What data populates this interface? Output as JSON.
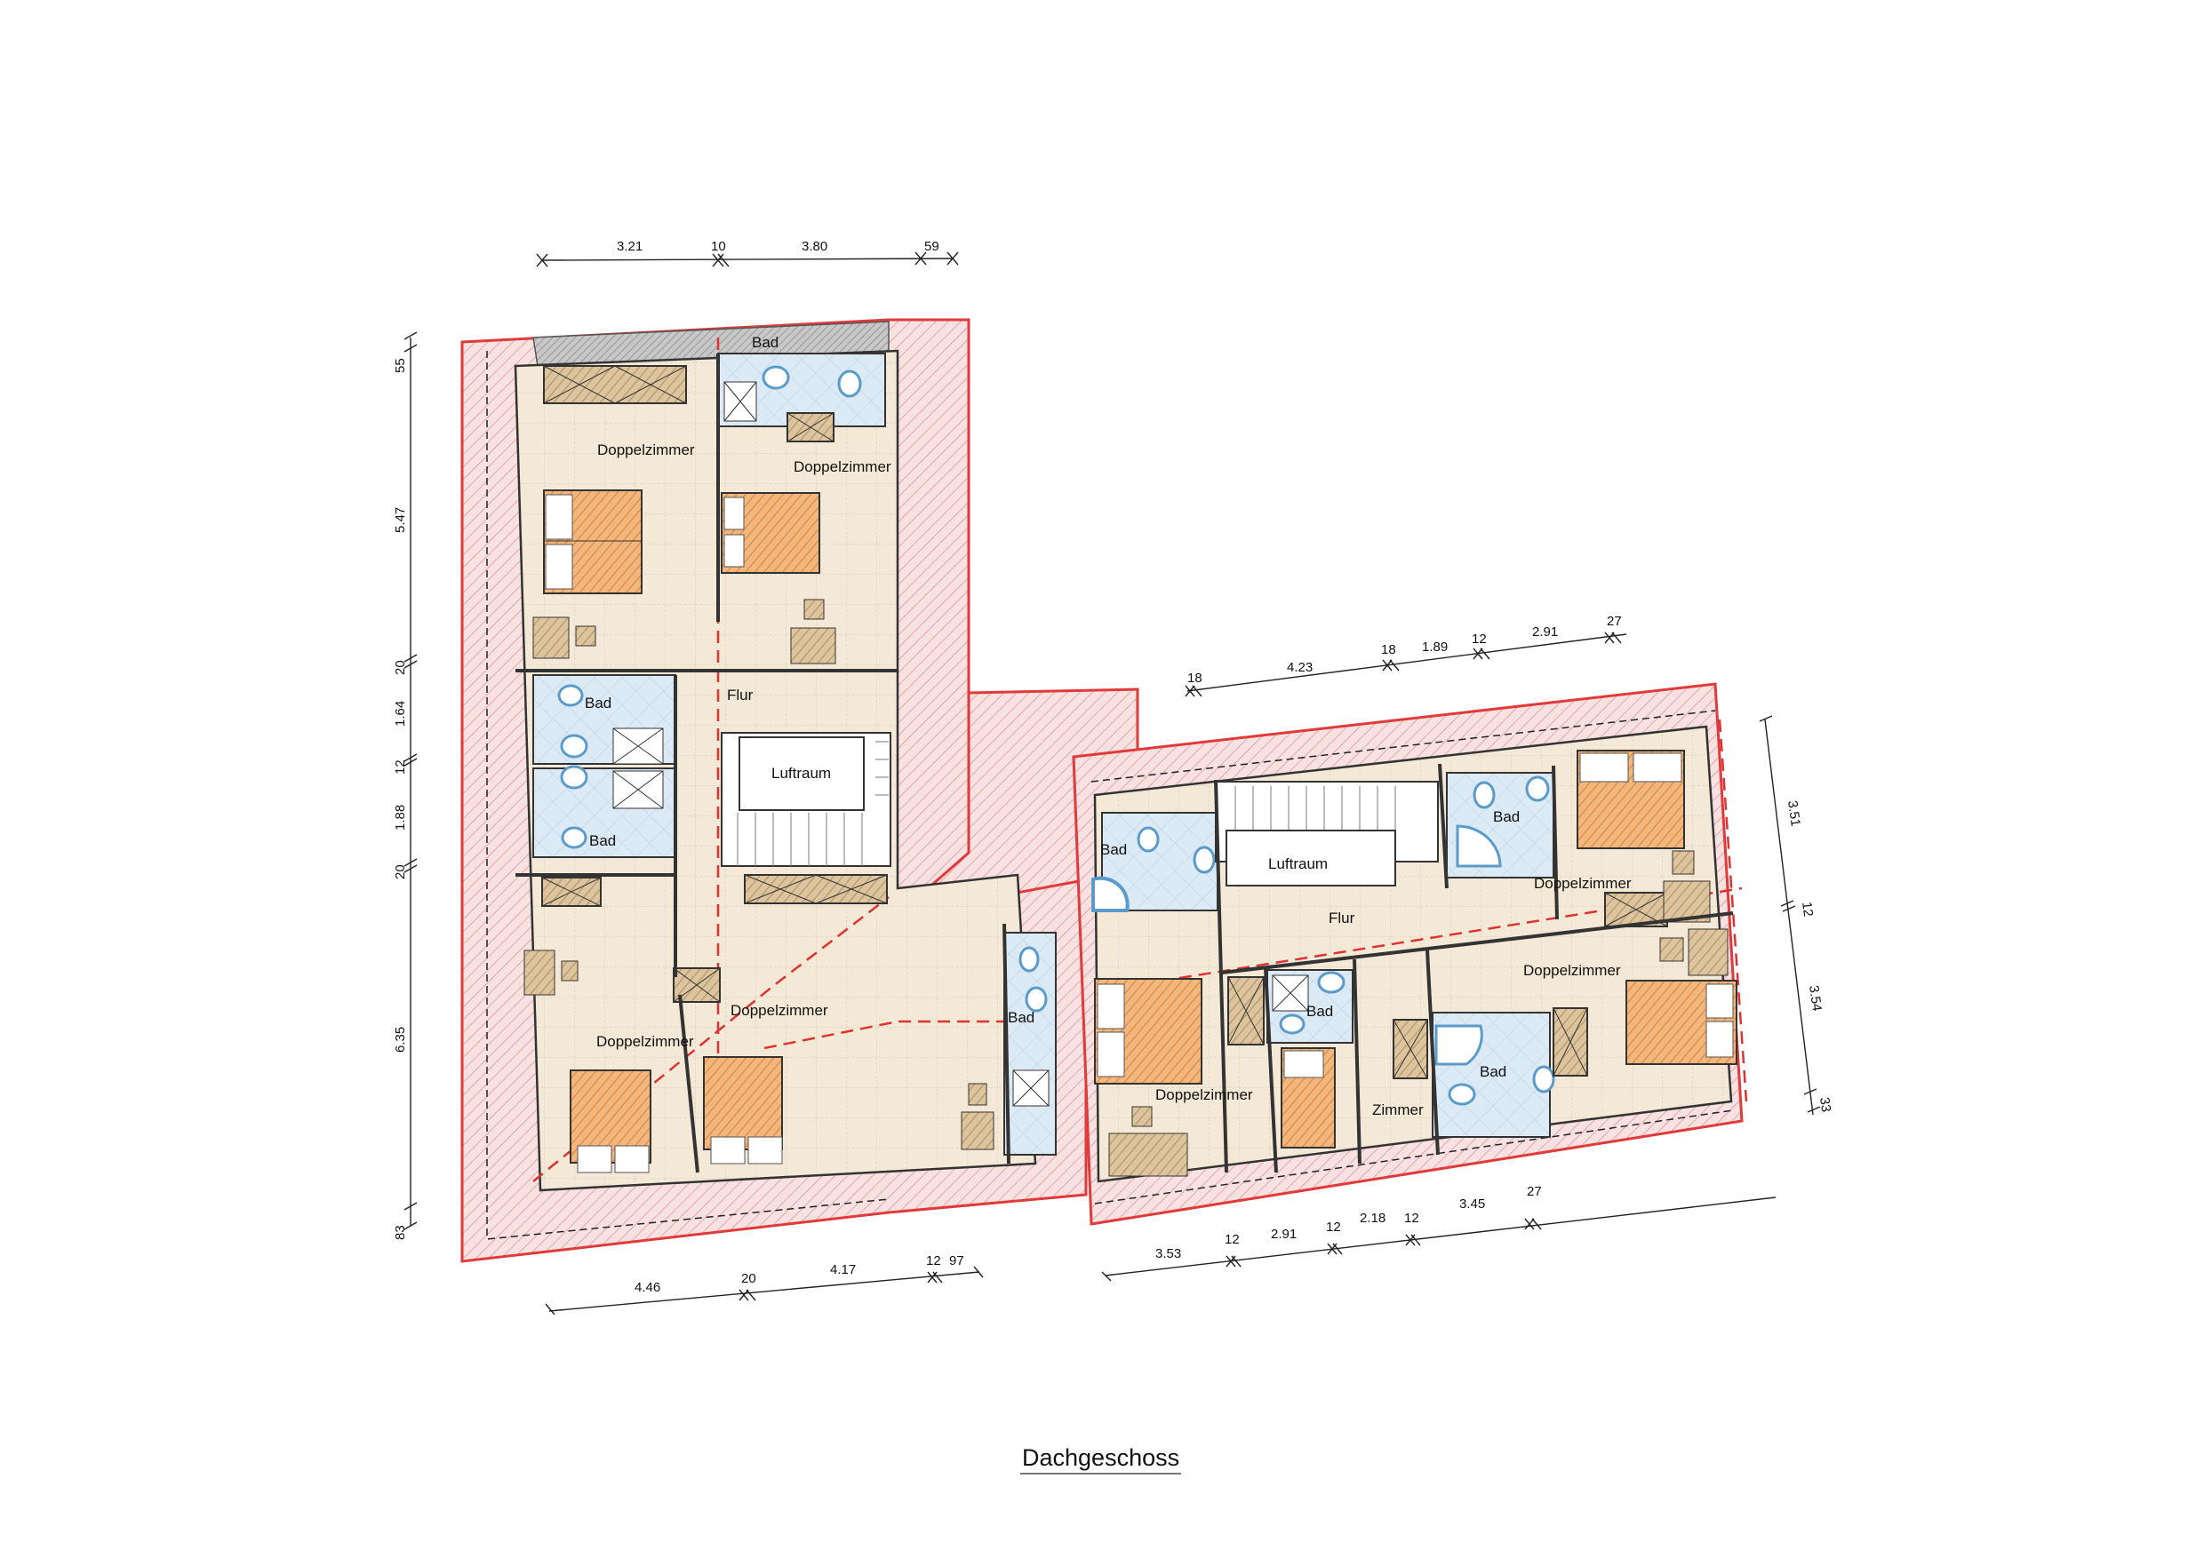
{
  "title": "Dachgeschoss",
  "colors": {
    "roof_hatch": "#e03a3a",
    "roof_fill": "#f6dcdc",
    "floor_fill": "#f3e6d2",
    "bath_fill": "#d6e8f4",
    "bath_fixture": "#5b9bcc",
    "wall": "#9a9a9a",
    "bed": "#e8a060",
    "furniture": "#c9a77a",
    "gable": "#9a9a9a"
  },
  "dimensions": {
    "top_left": [
      "3.21",
      "10",
      "3.80",
      "59"
    ],
    "left_vertical": [
      "55",
      "5.47",
      "20",
      "1.64",
      "12",
      "1.88",
      "20",
      "6.35",
      "83"
    ],
    "top_right": [
      "18",
      "4.23",
      "18",
      "1.89",
      "12",
      "2.91",
      "27"
    ],
    "right_vertical": [
      "3.51",
      "12",
      "3.54",
      "33"
    ],
    "bottom_right": [
      "3.53",
      "12",
      "2.91",
      "12",
      "2.18",
      "12",
      "3.45",
      "27"
    ],
    "bottom_left": [
      "4.46",
      "20",
      "4.17",
      "12",
      "97"
    ]
  },
  "rooms": {
    "left_wing": {
      "doppelzimmer_nw": "Doppelzimmer",
      "bad_ne": "Bad",
      "doppelzimmer_ne": "Doppelzimmer",
      "bad_mid_upper": "Bad",
      "bad_mid_lower": "Bad",
      "flur": "Flur",
      "luftraum": "Luftraum",
      "doppelzimmer_sw": "Doppelzimmer",
      "doppelzimmer_s": "Doppelzimmer",
      "bad_se": "Bad"
    },
    "right_wing": {
      "bad_w": "Bad",
      "luftraum": "Luftraum",
      "flur": "Flur",
      "bad_ne": "Bad",
      "doppelzimmer_ne": "Doppelzimmer",
      "doppelzimmer_sw": "Doppelzimmer",
      "bad_s": "Bad",
      "zimmer": "Zimmer",
      "doppelzimmer_e": "Doppelzimmer",
      "bad_se": "Bad"
    }
  }
}
